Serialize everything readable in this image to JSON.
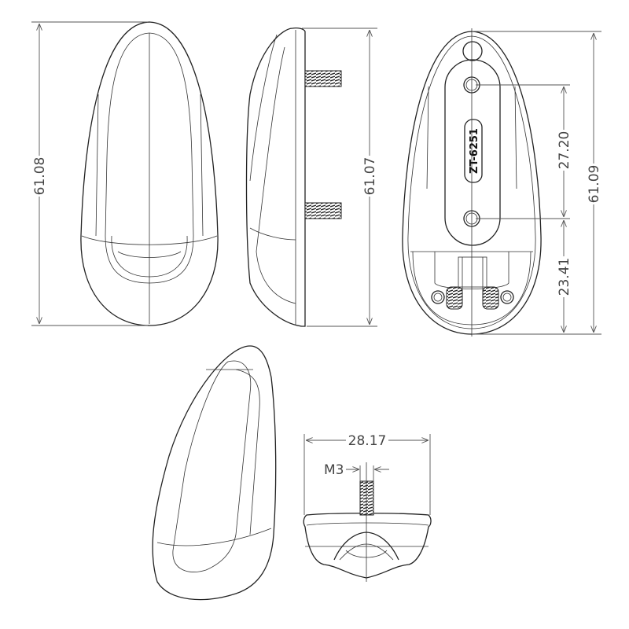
{
  "drawing": {
    "front_view": {
      "height_dim": "61.08"
    },
    "side_view": {
      "height_dim": "61.07"
    },
    "back_view": {
      "model_label": "ZT-6251",
      "hole_spacing_dim": "27.20",
      "lower_dim": "23.41",
      "height_dim": "61.09"
    },
    "bottom_view": {
      "width_dim": "28.17",
      "thread_dim": "M3"
    }
  }
}
